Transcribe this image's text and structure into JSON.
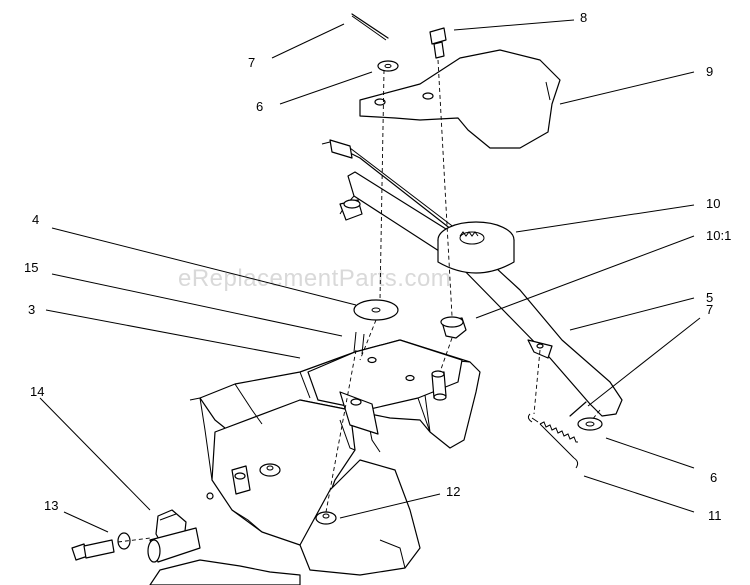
{
  "watermark": "eReplacementParts.com",
  "callouts": {
    "c7a": "7",
    "c8": "8",
    "c6a": "6",
    "c9": "9",
    "c10": "10",
    "c10_1": "10:1",
    "c4": "4",
    "c15": "15",
    "c5": "5",
    "c7b": "7",
    "c3": "3",
    "c14": "14",
    "c6b": "6",
    "c12": "12",
    "c13": "13",
    "c11": "11"
  }
}
